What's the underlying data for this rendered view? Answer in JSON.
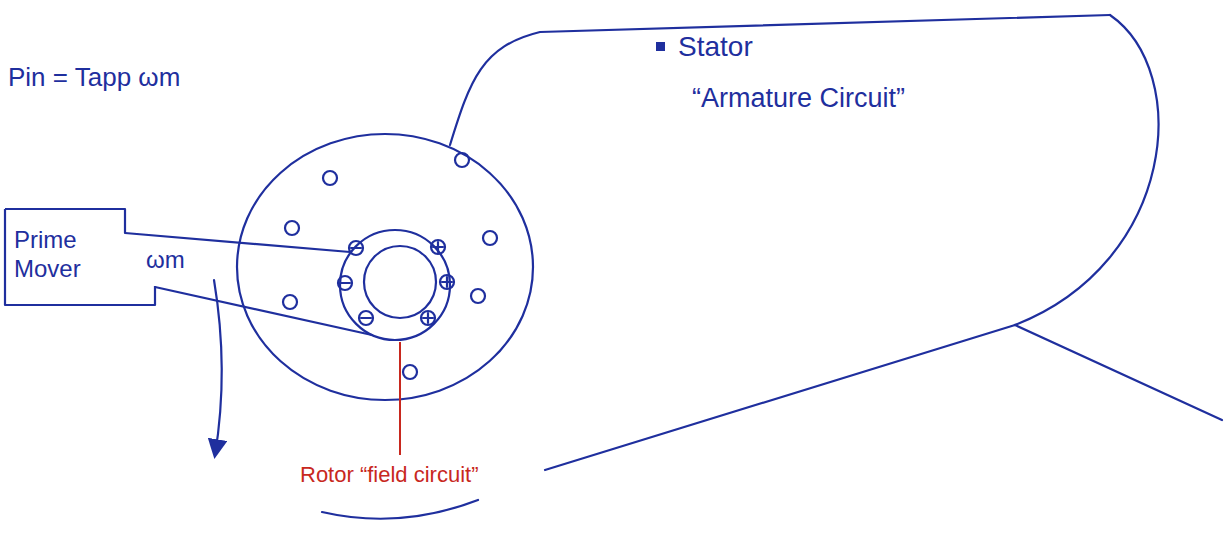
{
  "diagram": {
    "nodes": [
      {
        "text": [
          "Prime Mover"
        ]
      }
    ],
    "labels": [
      "Pin = Tapp ωm",
      "ωm",
      "Stator",
      "“Armature Circuit”",
      "Rotor “field circuit”"
    ]
  }
}
